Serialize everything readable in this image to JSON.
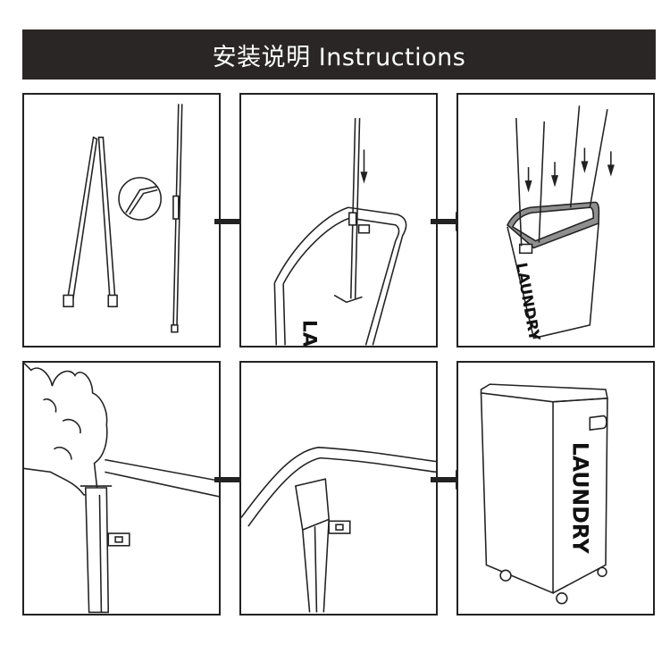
{
  "header": {
    "title": "安装说明 Instructions"
  },
  "brand": {
    "label": "LAUNDRY",
    "partial_label": "LA"
  },
  "colors": {
    "title_bar": "#2b2626",
    "line": "#222222",
    "band": "#8f8f8f"
  },
  "icons": {
    "step_arrow": "arrow-right-icon",
    "insert_arrow": "arrow-down-icon"
  }
}
